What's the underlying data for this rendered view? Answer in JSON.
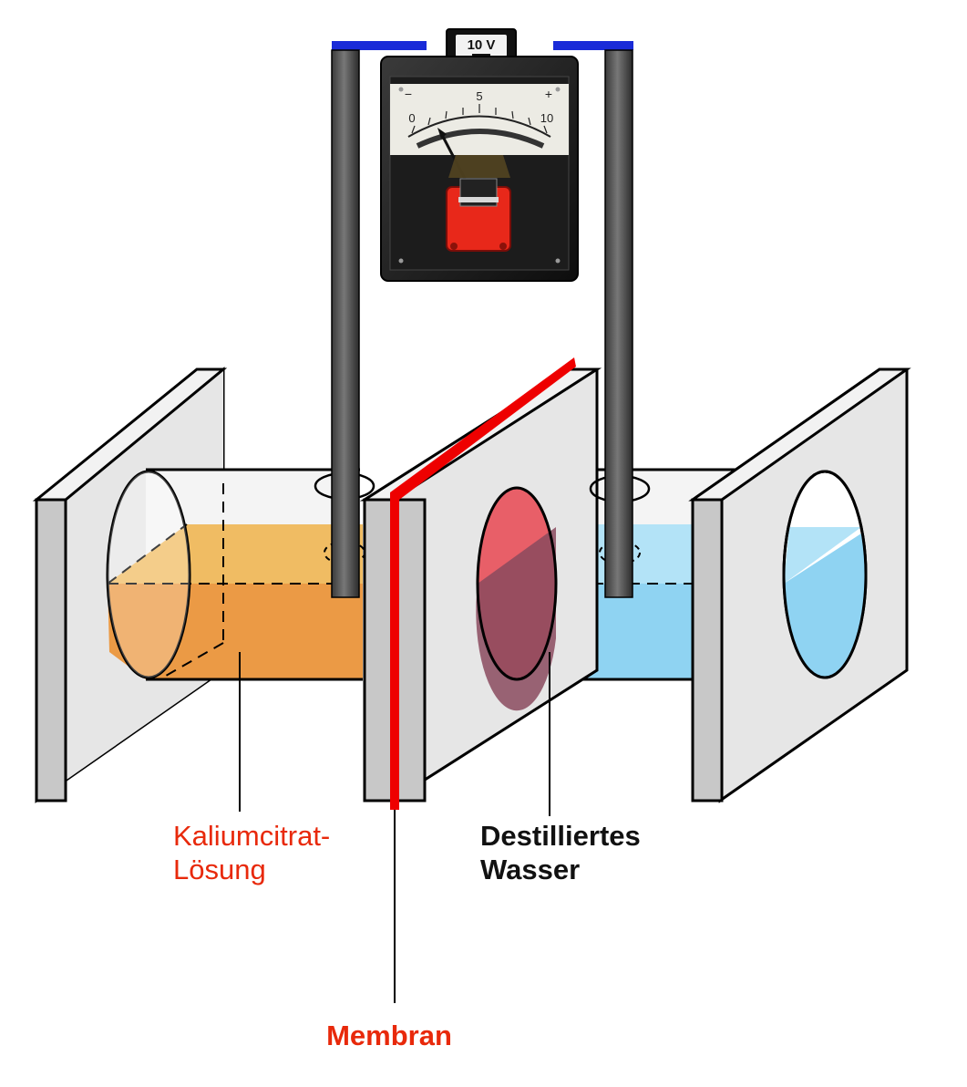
{
  "meter": {
    "range_label": "10 V",
    "scale_minus": "−",
    "scale_plus": "+",
    "tick_0": "0",
    "tick_5": "5",
    "tick_10": "10"
  },
  "labels": {
    "left_solution_line1": "Kaliumcitrat-",
    "left_solution_line2": "Lösung",
    "right_solution_line1": "Destilliertes",
    "right_solution_line2": "Wasser",
    "membrane": "Membran"
  },
  "colors": {
    "left_solution": "#eb9a45",
    "left_solution_top": "#f0bc63",
    "right_solution": "#8fd3f2",
    "right_solution_top": "#b3e3f7",
    "membrane": "#ee0000",
    "label_red": "#e8290b",
    "label_black": "#111111",
    "electrode_cap": "#1a2bd8",
    "panel": "#e6e6e6"
  },
  "icons": {
    "meter": "voltmeter-icon",
    "electrodes": "electrode-rod-icon"
  }
}
